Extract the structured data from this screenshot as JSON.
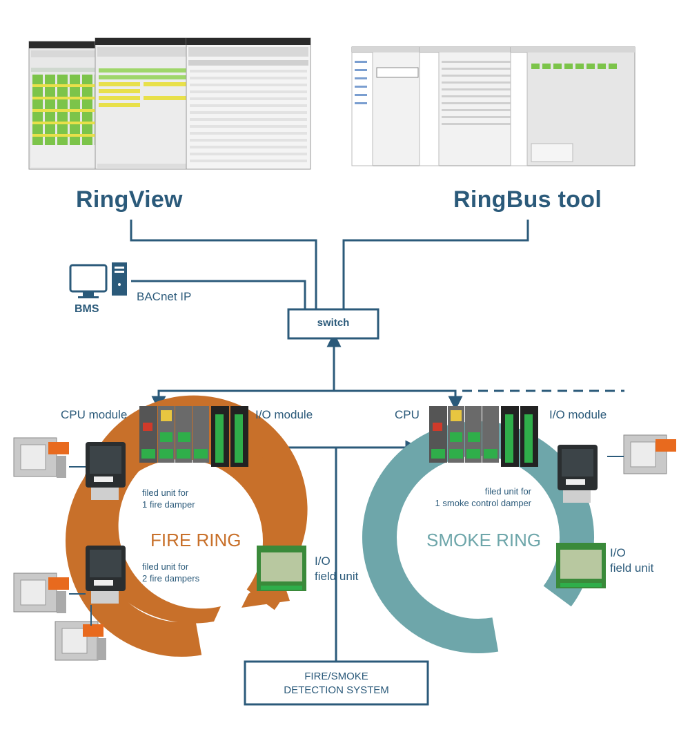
{
  "software": {
    "ringview_title": "RingView",
    "ringbus_title": "RingBus tool"
  },
  "network": {
    "bms_label": "BMS",
    "bacnet_label": "BACnet IP",
    "switch_label": "switch"
  },
  "fire_ring": {
    "title": "FIRE RING",
    "cpu_label": "CPU module",
    "io_module_label": "I/O module",
    "unit1_label": "filed unit for\n1 fire damper",
    "unit2_label": "filed unit for\n2 fire dampers",
    "io_field_label": "I/O\nfield unit"
  },
  "smoke_ring": {
    "title": "SMOKE RING",
    "cpu_label": "CPU",
    "io_module_label": "I/O module",
    "unit_label": "filed unit for\n1 smoke control damper",
    "io_field_label": "I/O\nfield unit"
  },
  "detection": {
    "line1": "FIRE/SMOKE",
    "line2": "DETECTION SYSTEM"
  },
  "colors": {
    "line": "#2b5a7a",
    "fire": "#c8702a",
    "smoke": "#6ea6aa"
  }
}
